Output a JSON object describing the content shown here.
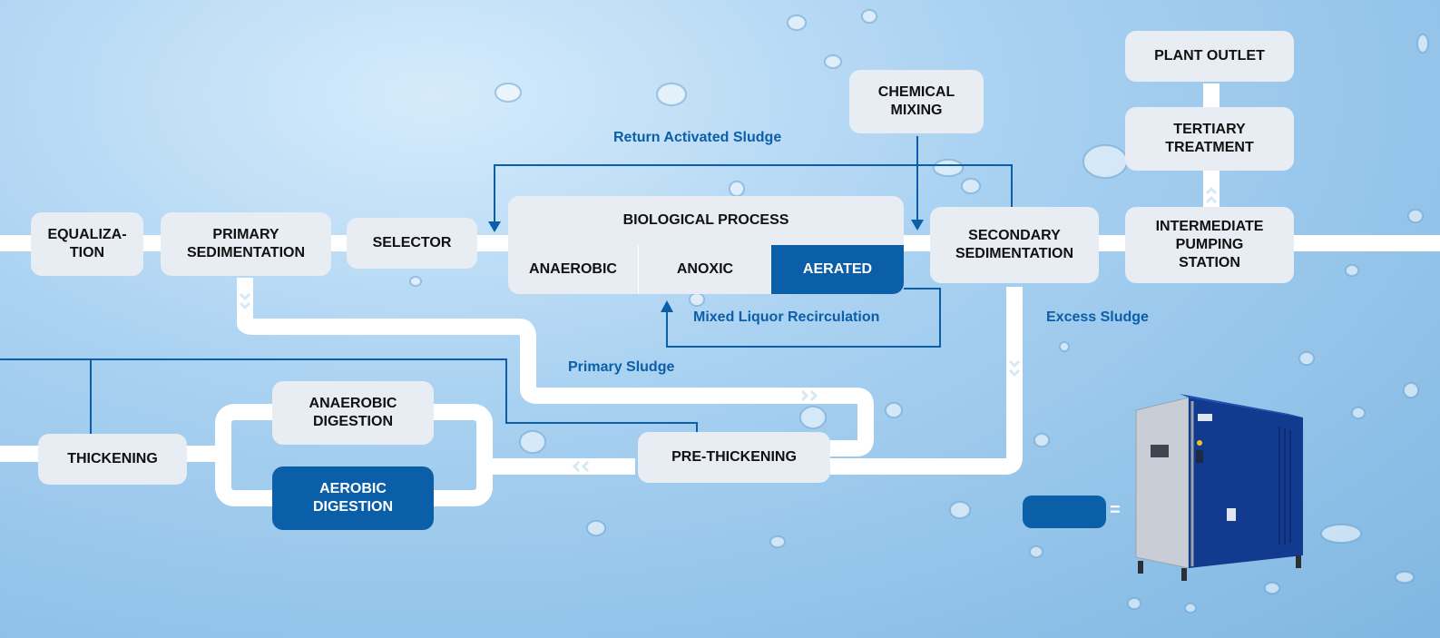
{
  "nodes": {
    "equalization": "EQUALIZA-\nTION",
    "primary_sedimentation": "PRIMARY\nSEDIMENTATION",
    "selector": "SELECTOR",
    "biological_process": "BIOLOGICAL PROCESS",
    "anaerobic": "ANAEROBIC",
    "anoxic": "ANOXIC",
    "aerated": "AERATED",
    "chemical_mixing": "CHEMICAL\nMIXING",
    "secondary_sedimentation": "SECONDARY\nSEDIMENTATION",
    "intermediate_pumping_station": "INTERMEDIATE\nPUMPING\nSTATION",
    "tertiary_treatment": "TERTIARY\nTREATMENT",
    "plant_outlet": "PLANT OUTLET",
    "anaerobic_digestion": "ANAEROBIC\nDIGESTION",
    "aerobic_digestion": "AEROBIC\nDIGESTION",
    "thickening": "THICKENING",
    "pre_thickening": "PRE-THICKENING"
  },
  "labels": {
    "return_activated_sludge": "Return Activated Sludge",
    "mixed_liquor_recirculation": "Mixed Liquor Recirculation",
    "excess_sludge": "Excess Sludge",
    "primary_sludge": "Primary Sludge"
  },
  "legend": {
    "equals": "="
  },
  "colors": {
    "accent": "#0b5ea8",
    "box": "#e8ecf3",
    "pipe": "#ffffff"
  },
  "icons": {
    "blower": "blower-unit-icon"
  }
}
